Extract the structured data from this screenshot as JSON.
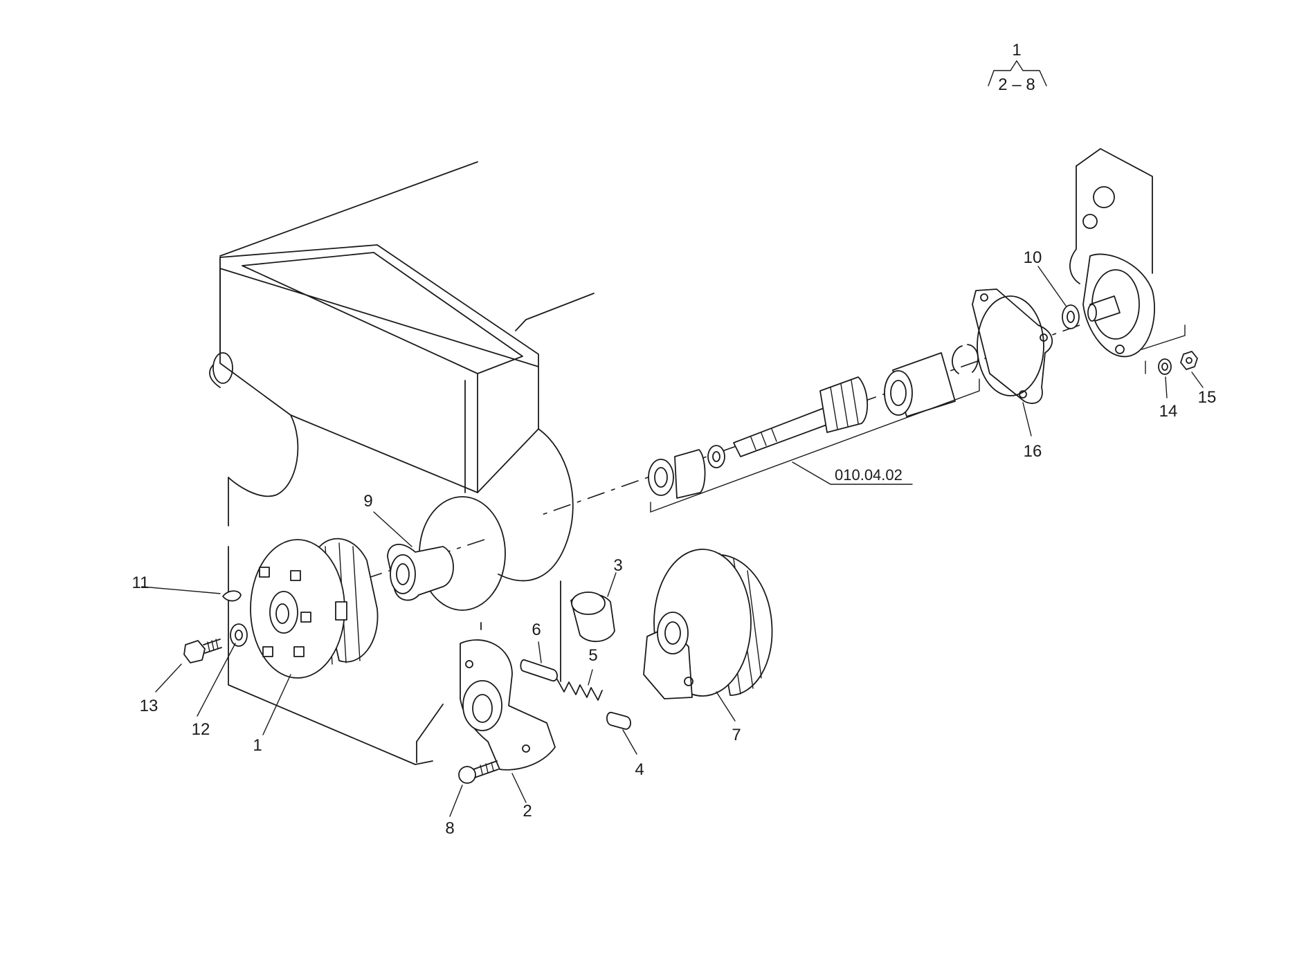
{
  "group_label": {
    "top": "1",
    "range": "2 – 8"
  },
  "reference_code": "010.04.02",
  "callouts": [
    {
      "id": "c1",
      "label": "1"
    },
    {
      "id": "c2",
      "label": "2"
    },
    {
      "id": "c3",
      "label": "3"
    },
    {
      "id": "c4",
      "label": "4"
    },
    {
      "id": "c5",
      "label": "5"
    },
    {
      "id": "c6",
      "label": "6"
    },
    {
      "id": "c7",
      "label": "7"
    },
    {
      "id": "c8",
      "label": "8"
    },
    {
      "id": "c9",
      "label": "9"
    },
    {
      "id": "c10",
      "label": "10"
    },
    {
      "id": "c11",
      "label": "11"
    },
    {
      "id": "c12",
      "label": "12"
    },
    {
      "id": "c13",
      "label": "13"
    },
    {
      "id": "c14",
      "label": "14"
    },
    {
      "id": "c15",
      "label": "15"
    },
    {
      "id": "c16",
      "label": "16"
    }
  ]
}
